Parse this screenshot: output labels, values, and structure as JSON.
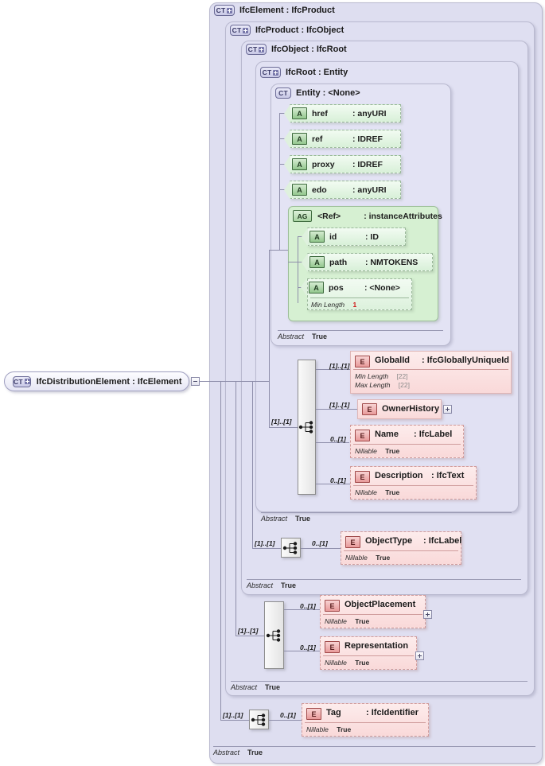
{
  "diagram": {
    "title": "IfcDistributionElement XSD structure",
    "root": {
      "icon": "complextype-expand-icon",
      "label": "IfcDistributionElement : IfcElement",
      "toggle": "minus"
    },
    "containers": [
      {
        "icon": "CT",
        "expand": true,
        "label": "IfcElement : IfcProduct",
        "abstract_label": "Abstract",
        "abstract_value": "True"
      },
      {
        "icon": "CT",
        "expand": true,
        "label": "IfcProduct : IfcObject",
        "abstract_label": "Abstract",
        "abstract_value": "True"
      },
      {
        "icon": "CT",
        "expand": true,
        "label": "IfcObject : IfcRoot",
        "abstract_label": "Abstract",
        "abstract_value": "True"
      },
      {
        "icon": "CT",
        "expand": true,
        "label": "IfcRoot   : Entity",
        "abstract_label": "Abstract",
        "abstract_value": "True"
      },
      {
        "icon": "CT",
        "expand": false,
        "label": "Entity     : <None>",
        "abstract_label": "Abstract",
        "abstract_value": "True"
      }
    ],
    "entity_attributes": [
      {
        "icon": "A",
        "name": "href",
        "type": ": anyURI"
      },
      {
        "icon": "A",
        "name": "ref",
        "type": ": IDREF"
      },
      {
        "icon": "A",
        "name": "proxy",
        "type": ": IDREF"
      },
      {
        "icon": "A",
        "name": "edo",
        "type": ": anyURI"
      }
    ],
    "attribute_group": {
      "icon": "AG",
      "ref_label": "<Ref>",
      "type_label": ": instanceAttributes",
      "attributes": [
        {
          "icon": "A",
          "name": "id",
          "type": ": ID",
          "facets": []
        },
        {
          "icon": "A",
          "name": "path",
          "type": ": NMTOKENS",
          "facets": []
        },
        {
          "icon": "A",
          "name": "pos",
          "type": ": <None>",
          "facets": [
            {
              "name": "Min Length",
              "value": "1",
              "style": "red"
            }
          ]
        }
      ]
    },
    "ifcroot_elements": [
      {
        "icon": "E",
        "name": "GlobalId",
        "type": ": IfcGloballyUniqueId",
        "cardinality": "[1]..[1]",
        "border": "solid",
        "facets": [
          {
            "name": "Min Length",
            "value": "[22]",
            "style": "gray"
          },
          {
            "name": "Max Length",
            "value": "[22]",
            "style": "gray"
          }
        ]
      },
      {
        "icon": "E",
        "name": "OwnerHistory",
        "type": "",
        "cardinality": "[1]..[1]",
        "border": "solid",
        "expander": "plus",
        "facets": []
      },
      {
        "icon": "E",
        "name": "Name",
        "type": ": IfcLabel",
        "cardinality": "0..[1]",
        "border": "dashed",
        "facets": [
          {
            "name": "Nillable",
            "value": "True",
            "style": "normal"
          }
        ]
      },
      {
        "icon": "E",
        "name": "Description",
        "type": ": IfcText",
        "cardinality": "0..[1]",
        "border": "dashed",
        "facets": [
          {
            "name": "Nillable",
            "value": "True",
            "style": "normal"
          }
        ]
      }
    ],
    "ifcobject_elements": [
      {
        "icon": "E",
        "name": "ObjectType",
        "type": ": IfcLabel",
        "cardinality": "0..[1]",
        "border": "dashed",
        "facets": [
          {
            "name": "Nillable",
            "value": "True",
            "style": "normal"
          }
        ]
      }
    ],
    "ifcproduct_elements": [
      {
        "icon": "E",
        "name": "ObjectPlacement",
        "type": "",
        "cardinality": "0..[1]",
        "border": "dashed",
        "expander": "plus",
        "facets": [
          {
            "name": "Nillable",
            "value": "True",
            "style": "normal"
          }
        ]
      },
      {
        "icon": "E",
        "name": "Representation",
        "type": "",
        "cardinality": "0..[1]",
        "border": "dashed",
        "expander": "plus",
        "facets": [
          {
            "name": "Nillable",
            "value": "True",
            "style": "normal"
          }
        ]
      }
    ],
    "ifcelement_elements": [
      {
        "icon": "E",
        "name": "Tag",
        "type": ": IfcIdentifier",
        "cardinality": "0..[1]",
        "border": "dashed",
        "facets": [
          {
            "name": "Nillable",
            "value": "True",
            "style": "normal"
          }
        ]
      }
    ],
    "sequence_nodes": [
      {
        "name": "sequence-node-ifcroot",
        "cardinality": "[1]..[1]"
      },
      {
        "name": "sequence-node-ifcobject",
        "cardinality": "[1]..[1]"
      },
      {
        "name": "sequence-node-ifcproduct",
        "cardinality": "[1]..[1]"
      },
      {
        "name": "sequence-node-ifcelement",
        "cardinality": "[1]..[1]"
      }
    ],
    "colors": {
      "container_bg": "#e0e0f2",
      "attribute_bg": "#d8f0d8",
      "element_bg": "#f9d9d9",
      "line": "#8e8eaa",
      "facet_red": "#d01818",
      "facet_gray": "#8a8a8a"
    }
  }
}
